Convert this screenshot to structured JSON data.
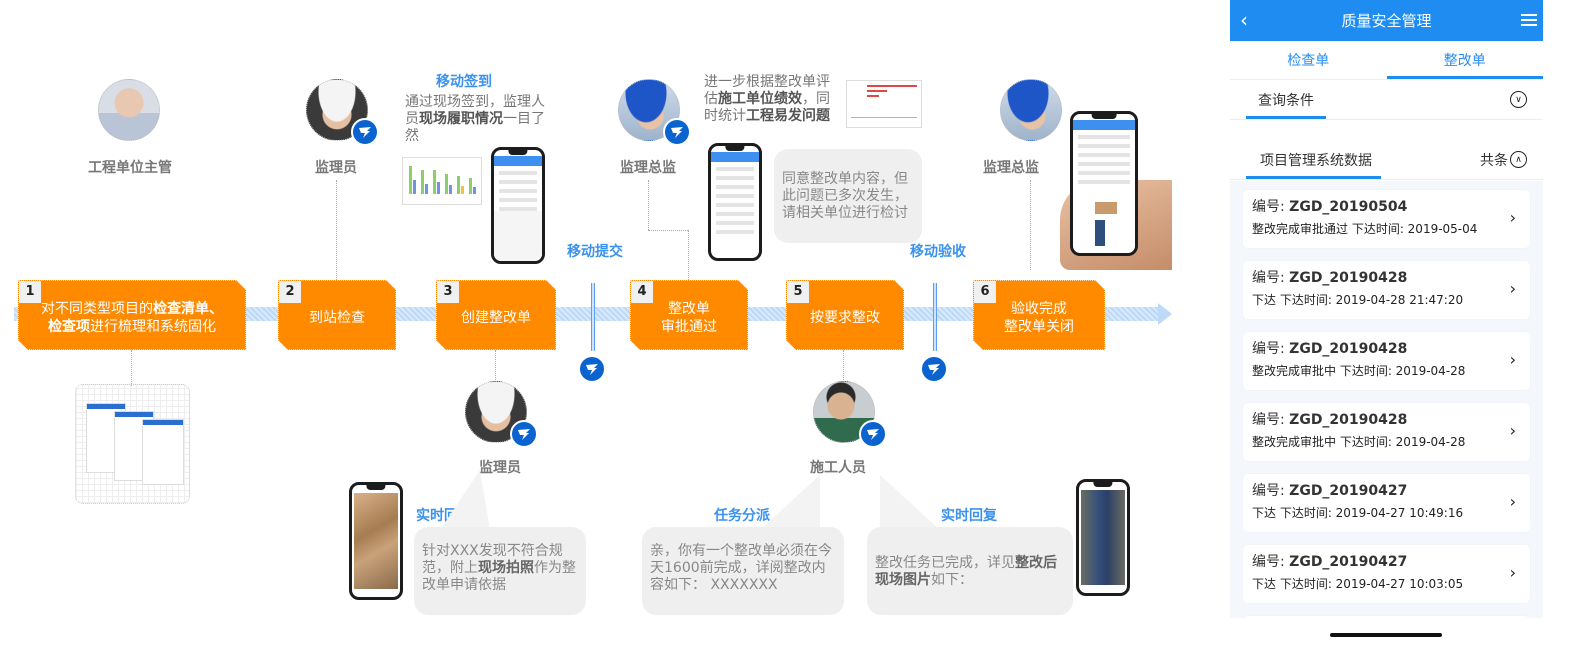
{
  "flow": {
    "steps": [
      {
        "num": "1",
        "text_pre": "对不同类型项目的",
        "text_bold": "检查清单、",
        "text_line2_bold": "检查项",
        "text_line2": "进行梳理和系统固化"
      },
      {
        "num": "2",
        "text": "到站检查"
      },
      {
        "num": "3",
        "text": "创建整改单"
      },
      {
        "num": "4",
        "line1": "整改单",
        "line2": "审批通过"
      },
      {
        "num": "5",
        "text": "按要求整改"
      },
      {
        "num": "6",
        "line1": "验收完成",
        "line2": "整改单关闭"
      }
    ],
    "roles": {
      "manager": "工程单位主管",
      "supervisor_top": "监理员",
      "chief_1": "监理总监",
      "chief_2": "监理总监",
      "supervisor_bottom": "监理员",
      "worker": "施工人员"
    },
    "blue_labels": {
      "checkin": "移动签到",
      "submit": "移动提交",
      "accept": "移动验收",
      "report": "实时回报",
      "dispatch": "任务分派",
      "reply": "实时回复"
    },
    "descriptions": {
      "checkin": {
        "p1": "通过现场签到，监理人员",
        "b1": "现场履职情况",
        "p2": "一目了然"
      },
      "evaluate": {
        "p1": "进一步根据整改单评估",
        "b1": "施工单位绩效",
        "p2": "，同时统计",
        "b2": "工程易发问题"
      }
    },
    "bubbles": {
      "approve": "同意整改单内容，但此问题已多次发生，请相关单位进行检讨",
      "report": {
        "p1": "针对XXX发现不符合规范，附上",
        "b1": "现场拍照",
        "p2": "作为整改单申请依据"
      },
      "dispatch": "亲，你有一个整改单必须在今天1600前完成，详阅整改内容如下： XXXXXXX",
      "reply": {
        "p1": "整改任务已完成，详见",
        "b1": "整改后现场图片",
        "p2": "如下："
      }
    },
    "icons": {
      "badge": "dingtalk-icon"
    },
    "colors": {
      "step_orange": "#ff8a00",
      "label_blue": "#3a92ee",
      "badge_blue": "#0a63cf",
      "header_blue": "#1e8cf0"
    }
  },
  "app": {
    "title": "质量安全管理",
    "back_icon": "chevron-left-icon",
    "menu_icon": "hamburger-menu-icon",
    "tabs": [
      {
        "label": "检查单",
        "active": false
      },
      {
        "label": "整改单",
        "active": true
      }
    ],
    "query_label": "查询条件",
    "data_source_label": "项目管理系统数据",
    "total_label": "共条",
    "records": [
      {
        "id_key": "编号: ",
        "id": "ZGD_20190504",
        "meta": "整改完成审批通过 下达时间: 2019-05-04"
      },
      {
        "id_key": "编号: ",
        "id": "ZGD_20190428",
        "meta": "下达 下达时间: 2019-04-28 21:47:20"
      },
      {
        "id_key": "编号: ",
        "id": "ZGD_20190428",
        "meta": "整改完成审批中 下达时间: 2019-04-28"
      },
      {
        "id_key": "编号: ",
        "id": "ZGD_20190428",
        "meta": "整改完成审批中 下达时间: 2019-04-28"
      },
      {
        "id_key": "编号: ",
        "id": "ZGD_20190427",
        "meta": "下达 下达时间: 2019-04-27 10:49:16"
      },
      {
        "id_key": "编号: ",
        "id": "ZGD_20190427",
        "meta": "下达 下达时间: 2019-04-27 10:03:05"
      }
    ],
    "chevron": "›"
  }
}
